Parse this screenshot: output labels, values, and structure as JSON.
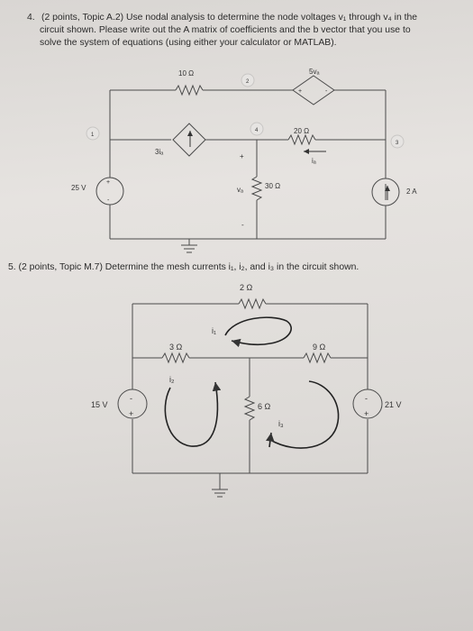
{
  "problem4": {
    "number": "4.",
    "line1": "(2 points, Topic A.2) Use nodal analysis to determine the node voltages v₁ through v₄ in the",
    "line2": "circuit shown. Please write out the A matrix of coefficients and the b vector that you use to",
    "line3": "solve the system of equations (using either your calculator or MATLAB).",
    "labels": {
      "r10": "10 Ω",
      "dep_v_src": "5vₐ",
      "node1": "1",
      "node2": "2",
      "node3": "3",
      "node4": "4",
      "r20": "20 Ω",
      "dep_i_src": "3iₐ",
      "ib": "iₐ",
      "plus_sign": "+",
      "v25": "25 V",
      "vx": "vₐ",
      "r30": "30 Ω",
      "minus_sign": "-",
      "i2a": "2 A",
      "dep_plus": "+",
      "dep_minus": "-"
    }
  },
  "problem5": {
    "heading": "5.  (2 points, Topic M.7) Determine the mesh currents i₁, i₂, and i₃ in the circuit shown.",
    "labels": {
      "r2": "2 Ω",
      "i1": "i₁",
      "r3": "3 Ω",
      "r9": "9 Ω",
      "i2": "i₂",
      "v15": "15 V",
      "r6": "6 Ω",
      "v21": "21 V",
      "i3": "i₃"
    }
  }
}
